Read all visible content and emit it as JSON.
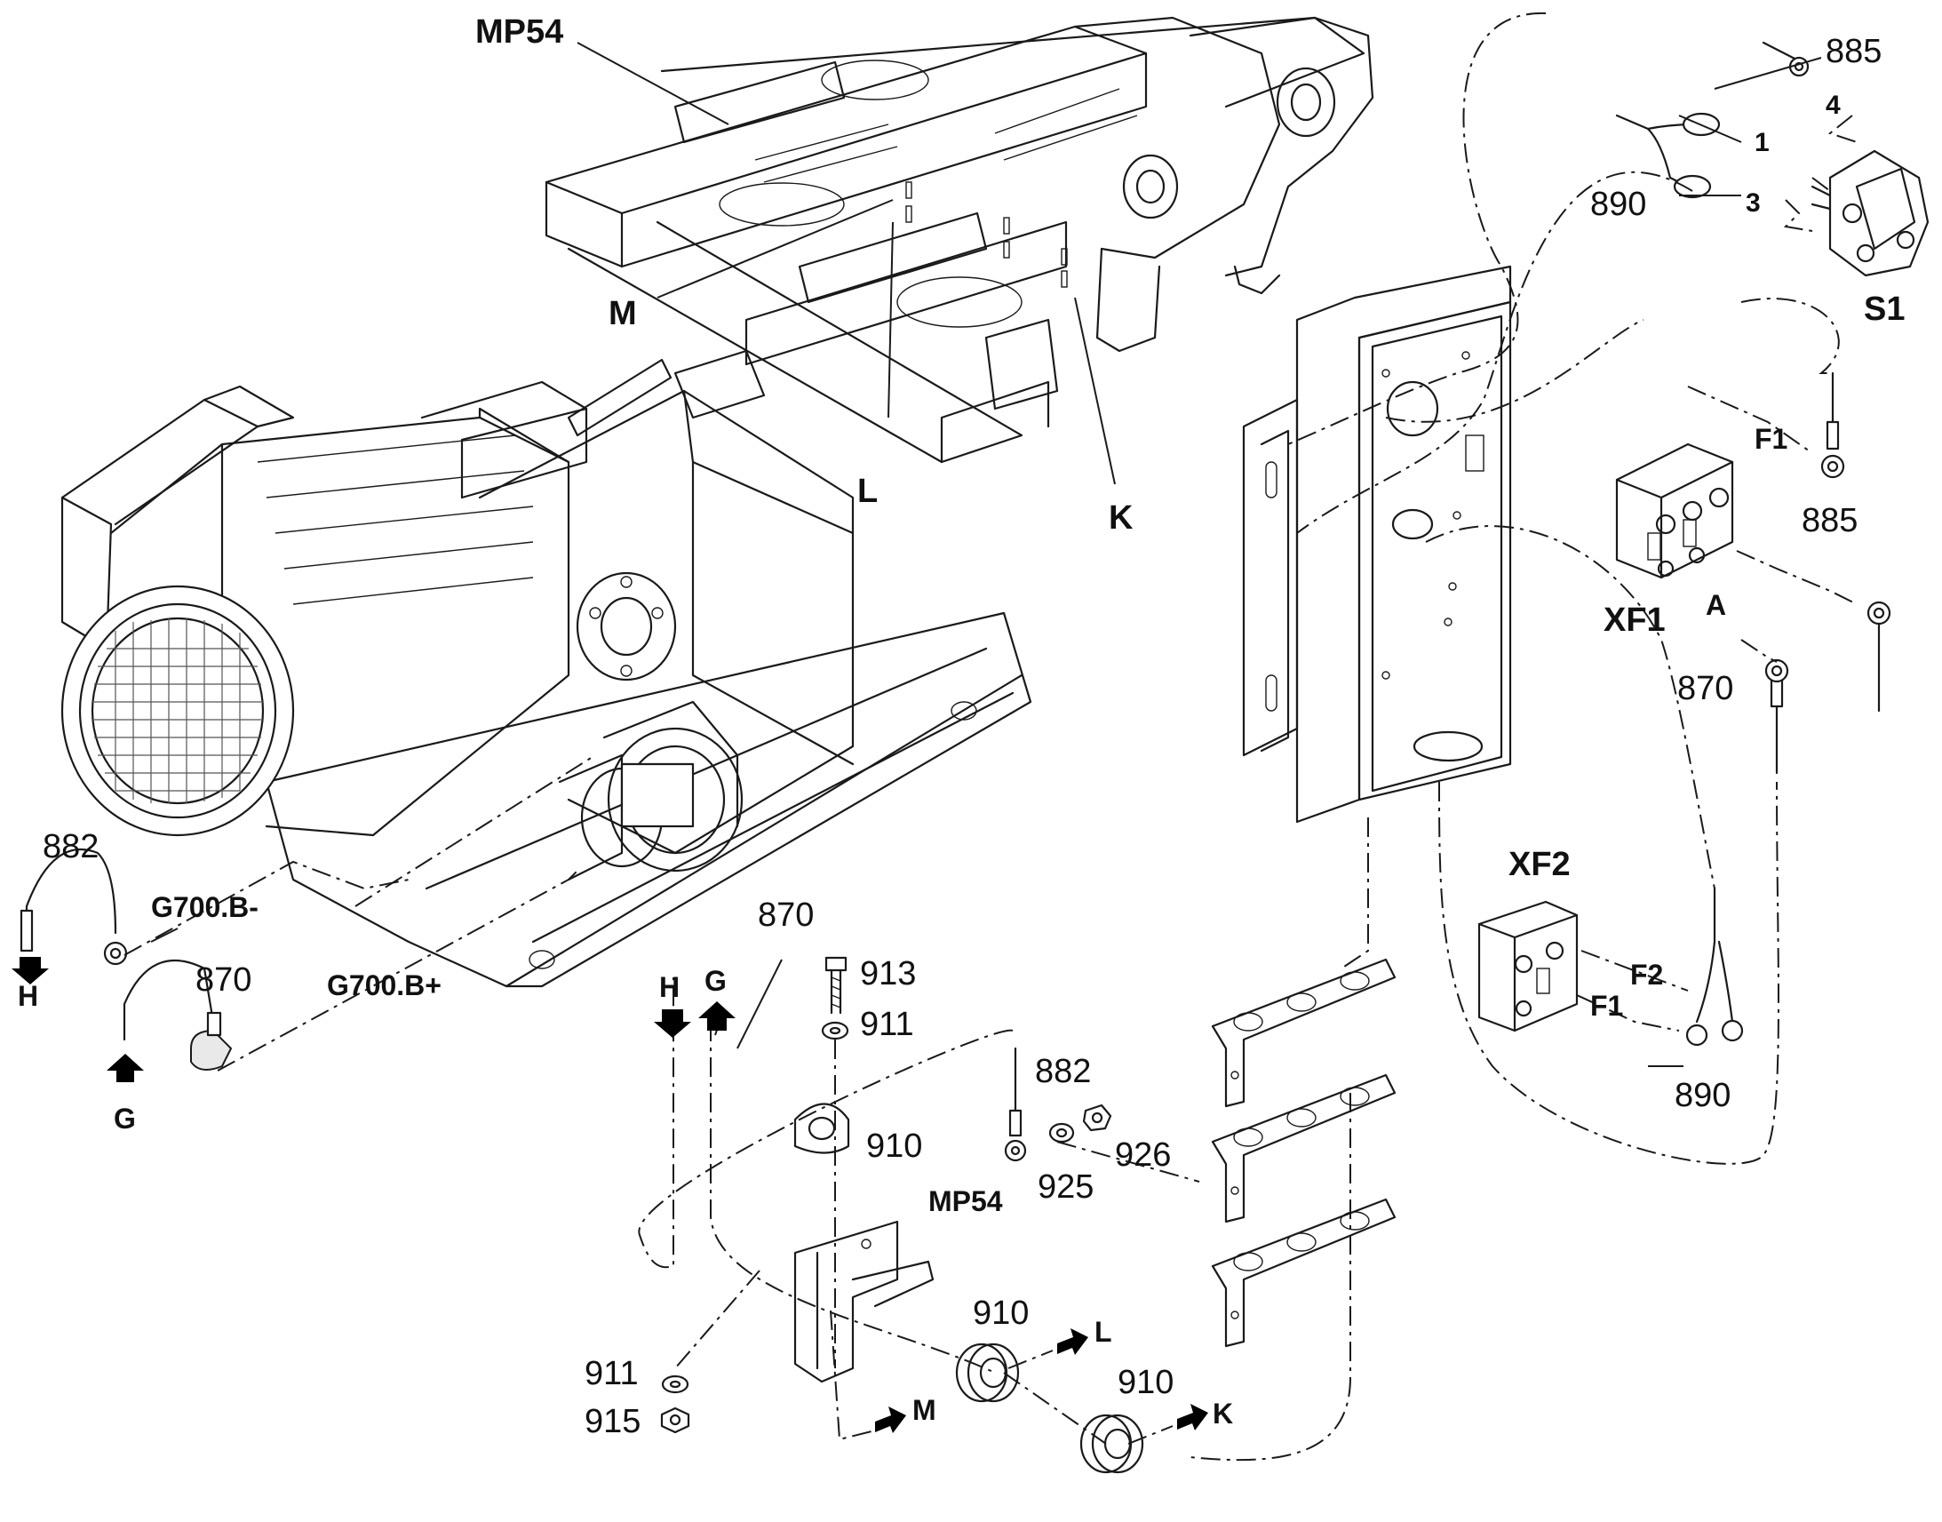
{
  "diagram": {
    "labels": {
      "mp54_top": "MP54",
      "m_frame": "M",
      "l_frame": "L",
      "k_frame": "K",
      "n885_top": "885",
      "n4": "4",
      "n1": "1",
      "n3": "3",
      "n890_top": "890",
      "s1": "S1",
      "f1_top": "F1",
      "n885_mid": "885",
      "xf1": "XF1",
      "a": "A",
      "n870_right": "870",
      "xf2": "XF2",
      "f2": "F2",
      "f1_low": "F1",
      "n890_low": "890",
      "n882_left": "882",
      "g700_bminus": "G700.B-",
      "h_left": "H",
      "n870_left": "870",
      "g_left": "G",
      "g700_bplus": "G700.B+",
      "n870_mid": "870",
      "h_mid": "H",
      "g_mid": "G",
      "n913": "913",
      "n911_top": "911",
      "n882_mid": "882",
      "n910_mid": "910",
      "n926": "926",
      "n925": "925",
      "mp54_low": "MP54",
      "n910_low1": "910",
      "l_arrow": "L",
      "n910_low2": "910",
      "k_arrow": "K",
      "n911_low": "911",
      "n915": "915",
      "m_arrow": "M"
    }
  }
}
